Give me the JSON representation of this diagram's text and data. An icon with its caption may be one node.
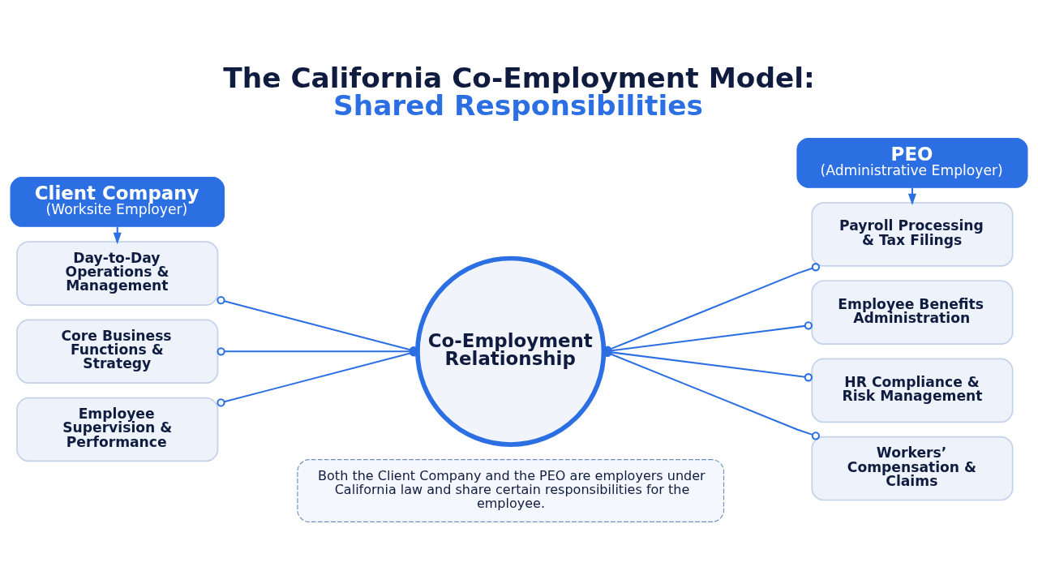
{
  "diagram": {
    "title": "The California Co-Employment Model: Shared Responsibilities",
    "nodes": [
      {
        "text": [
          "Client Company",
          "(Worksite Employer)"
        ]
      },
      {
        "text": [
          "Day-to-Day Operations & Management"
        ]
      },
      {
        "text": [
          "Core Business Functions & Strategy"
        ]
      },
      {
        "text": [
          "Employee Supervision & Performance"
        ]
      },
      {
        "text": [
          "Co-Employment Relationship"
        ]
      },
      {
        "text": [
          "PEO",
          "(Administrative Employer)"
        ]
      },
      {
        "text": [
          "Payroll Processing & Tax Filings"
        ]
      },
      {
        "text": [
          "Employee Benefits Administration"
        ]
      },
      {
        "text": [
          "HR Compliance & Risk Management"
        ]
      },
      {
        "text": [
          "Workers’ Compensation & Claims"
        ]
      },
      {
        "text": [
          "Both the Client Company and the PEO are employers under California law and share certain responsibilities for the employee."
        ]
      }
    ],
    "edges": [
      {
        "from": 0,
        "to": 1,
        "arrow": "to"
      },
      {
        "from": 5,
        "to": 6,
        "arrow": "to"
      },
      {
        "from": 1,
        "to": 4,
        "arrow": "other"
      },
      {
        "from": 2,
        "to": 4,
        "arrow": "other"
      },
      {
        "from": 3,
        "to": 4,
        "arrow": "other"
      },
      {
        "from": 4,
        "to": 6,
        "arrow": "other"
      },
      {
        "from": 4,
        "to": 7,
        "arrow": "other"
      },
      {
        "from": 4,
        "to": 8,
        "arrow": "other"
      },
      {
        "from": 4,
        "to": 9,
        "arrow": "other"
      }
    ]
  }
}
